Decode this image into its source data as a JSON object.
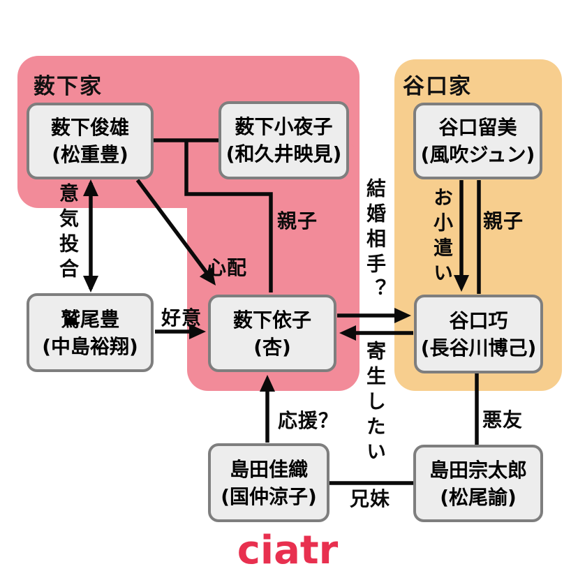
{
  "families": [
    {
      "id": "yabushita",
      "label": "薮下家",
      "color": "#F28B99"
    },
    {
      "id": "taniguchi",
      "label": "谷口家",
      "color": "#F7CE8E"
    }
  ],
  "people": [
    {
      "id": "toshio",
      "name": "薮下俊雄",
      "actor": "(松重豊)",
      "family": "yabushita"
    },
    {
      "id": "sayoko",
      "name": "薮下小夜子",
      "actor": "(和久井映見)",
      "family": "yabushita"
    },
    {
      "id": "rumi",
      "name": "谷口留美",
      "actor": "(風吹ジュン)",
      "family": "taniguchi"
    },
    {
      "id": "washio",
      "name": "鷲尾豊",
      "actor": "(中島裕翔)",
      "family": ""
    },
    {
      "id": "yoriko",
      "name": "薮下依子",
      "actor": "(杏)",
      "family": "yabushita"
    },
    {
      "id": "takumi",
      "name": "谷口巧",
      "actor": "(長谷川博己)",
      "family": "taniguchi"
    },
    {
      "id": "kaori",
      "name": "島田佳織",
      "actor": "(国仲涼子)",
      "family": ""
    },
    {
      "id": "sotaro",
      "name": "島田宗太郎",
      "actor": "(松尾諭)",
      "family": ""
    }
  ],
  "relations": {
    "iki_tougou": "意気投合",
    "oyako_yabushita": "親子",
    "shinpai": "心配",
    "koui": "好意",
    "kekkon_aite": "結婚相手？",
    "kisei_shitai": "寄生したい",
    "okozukai": "お小遣い",
    "oyako_taniguchi": "親子",
    "akuyu": "悪友",
    "ouen": "応援？",
    "kyoudai": "兄妹"
  },
  "logo_text": "ciatr",
  "colors": {
    "family_pink": "#F28B99",
    "family_orange": "#F7CE8E",
    "box_fill": "#EDEDED",
    "box_border": "#7E7E7E",
    "line": "#0A0A0A",
    "logo_red": "#E8304F"
  }
}
